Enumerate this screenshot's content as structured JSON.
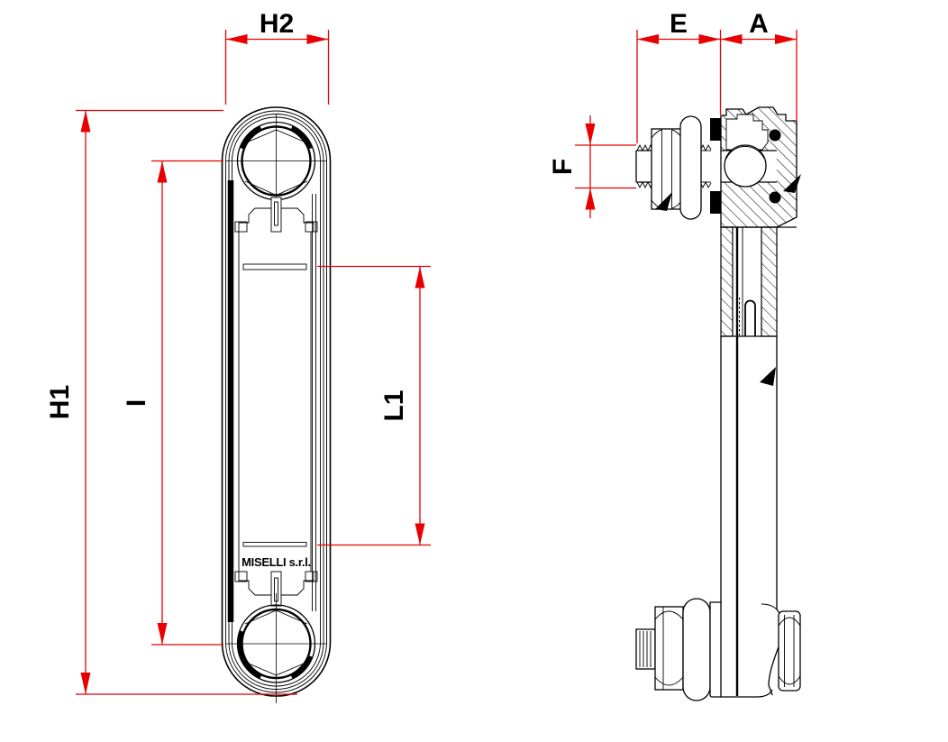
{
  "drawing": {
    "brand_label": "MISELLI s.r.l.",
    "dimension_labels": {
      "h2": "H2",
      "h1": "H1",
      "i": "I",
      "l1": "L1",
      "e": "E",
      "a": "A",
      "f": "F"
    },
    "colors": {
      "dimension_red": "#e80000",
      "line_black": "#000000",
      "background_white": "#ffffff"
    }
  }
}
